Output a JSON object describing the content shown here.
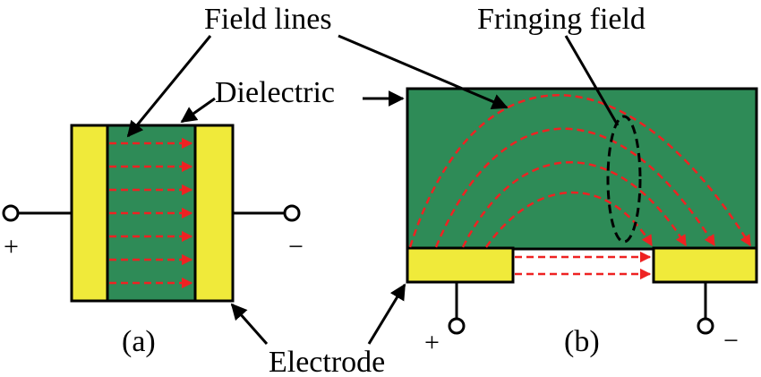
{
  "labels": {
    "field_lines": "Field lines",
    "fringing_field": "Fringing field",
    "dielectric": "Dielectric",
    "electrode": "Electrode",
    "panel_a": "(a)",
    "panel_b": "(b)"
  },
  "terminals": {
    "a_positive": "+",
    "a_negative": "−",
    "b_positive": "+",
    "b_negative": "−"
  },
  "colors": {
    "dielectric": "#2e8b57",
    "electrode": "#f0ea3a",
    "field_line": "#ee2222",
    "outline": "#000000"
  }
}
